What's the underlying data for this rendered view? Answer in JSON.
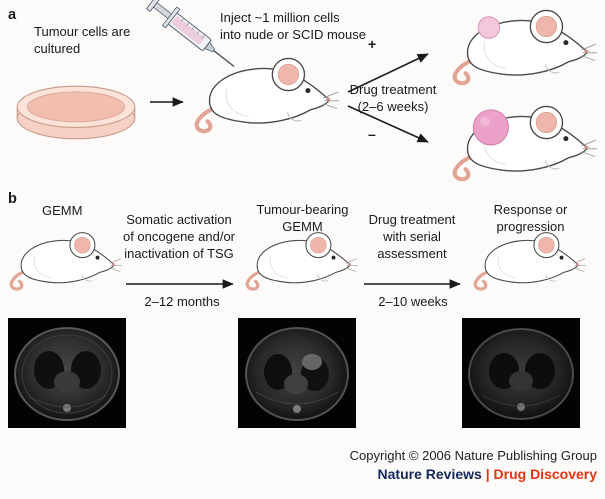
{
  "panel_a": {
    "label": "a",
    "cultured_text": "Tumour cells are\ncultured",
    "inject_text": "Inject ~1 million cells\ninto nude or SCID mouse",
    "plus_label": "+",
    "minus_label": "–",
    "drug_treatment_text": "Drug treatment\n(2–6 weeks)"
  },
  "panel_b": {
    "label": "b",
    "gemm_label": "GEMM",
    "somatic_text": "Somatic activation\nof oncogene and/or\ninactivation of TSG",
    "somatic_duration": "2–12 months",
    "tumour_bearing_label": "Tumour-bearing\nGEMM",
    "treatment_text": "Drug treatment\nwith serial\nassessment",
    "treatment_duration": "2–10 weeks",
    "response_label": "Response or\nprogression"
  },
  "footer": {
    "copyright": "Copyright © 2006 Nature Publishing Group",
    "journal_name": "Nature Reviews",
    "separator": "|",
    "journal_section": "Drug Discovery"
  },
  "colors": {
    "journal_navy": "#14285c",
    "section_red": "#e63312",
    "tumor_pink_small": "#f4c8db",
    "tumor_pink_large": "#eca2c8",
    "culture_peach": "#f2bfae"
  },
  "illustrations": {
    "petri_dish": "petri-dish-with-cultured-cells",
    "syringe": "injection-syringe",
    "mice": [
      "nude-scid-mouse",
      "treated-mouse-small-tumour",
      "untreated-mouse-large-tumour",
      "gemm-mouse",
      "tumour-bearing-gemm-mouse",
      "response-mouse"
    ],
    "mri_scans": [
      "mri-scan-baseline",
      "mri-scan-tumour",
      "mri-scan-followup"
    ]
  }
}
